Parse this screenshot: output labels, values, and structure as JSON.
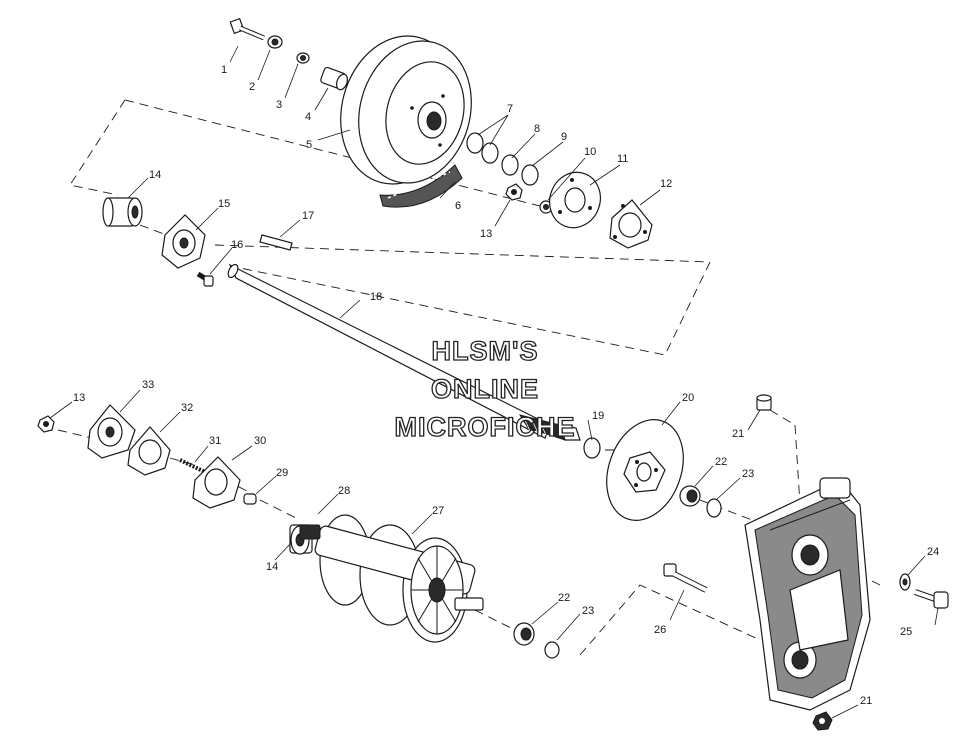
{
  "watermark": {
    "line1": "HLSM'S",
    "line2": "ONLINE",
    "line3": "MICROFICHE"
  },
  "callouts": [
    "1",
    "2",
    "3",
    "4",
    "5",
    "6",
    "7",
    "8",
    "9",
    "10",
    "11",
    "12",
    "13",
    "14",
    "15",
    "16",
    "17",
    "18",
    "19",
    "20",
    "21",
    "22",
    "23",
    "24",
    "25",
    "26",
    "27",
    "28",
    "29",
    "30",
    "31",
    "32",
    "33",
    "13",
    "14",
    "21",
    "22",
    "23"
  ]
}
